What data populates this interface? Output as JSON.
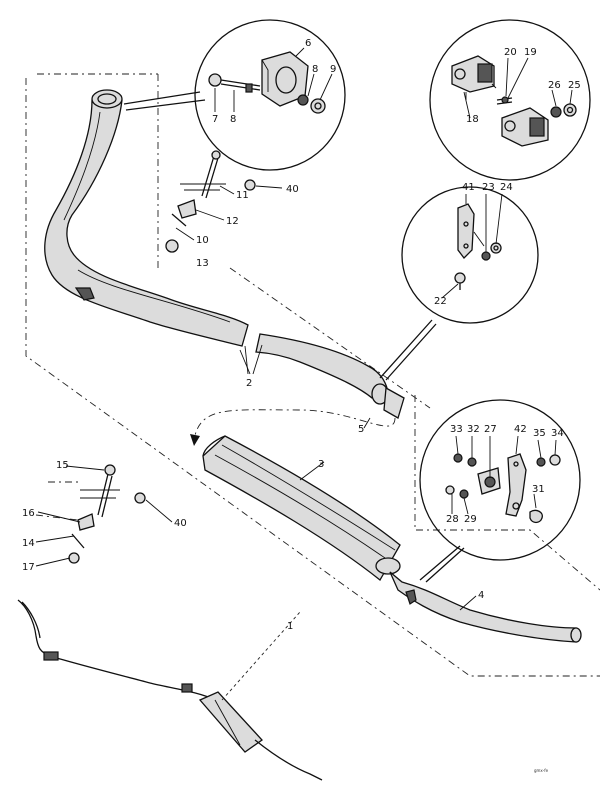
{
  "diagram": {
    "labels": {
      "l1": "1",
      "l2": "2",
      "l3": "3",
      "l4": "4",
      "l5": "5",
      "l6": "6",
      "l7": "7",
      "l8a": "8",
      "l8b": "8",
      "l9": "9",
      "l10": "10",
      "l11": "11",
      "l12": "12",
      "l13": "13",
      "l14": "14",
      "l15": "15",
      "l16": "16",
      "l17": "17",
      "l18": "18",
      "l19": "19",
      "l20": "20",
      "l22": "22",
      "l23": "23",
      "l24": "24",
      "l25": "25",
      "l26": "26",
      "l27": "27",
      "l28": "28",
      "l29": "29",
      "l31": "31",
      "l32": "32",
      "l33": "33",
      "l34": "34",
      "l35": "35",
      "l40a": "40",
      "l40b": "40",
      "l41": "41",
      "l42": "42"
    },
    "drawing_code": "gmx-fe"
  }
}
